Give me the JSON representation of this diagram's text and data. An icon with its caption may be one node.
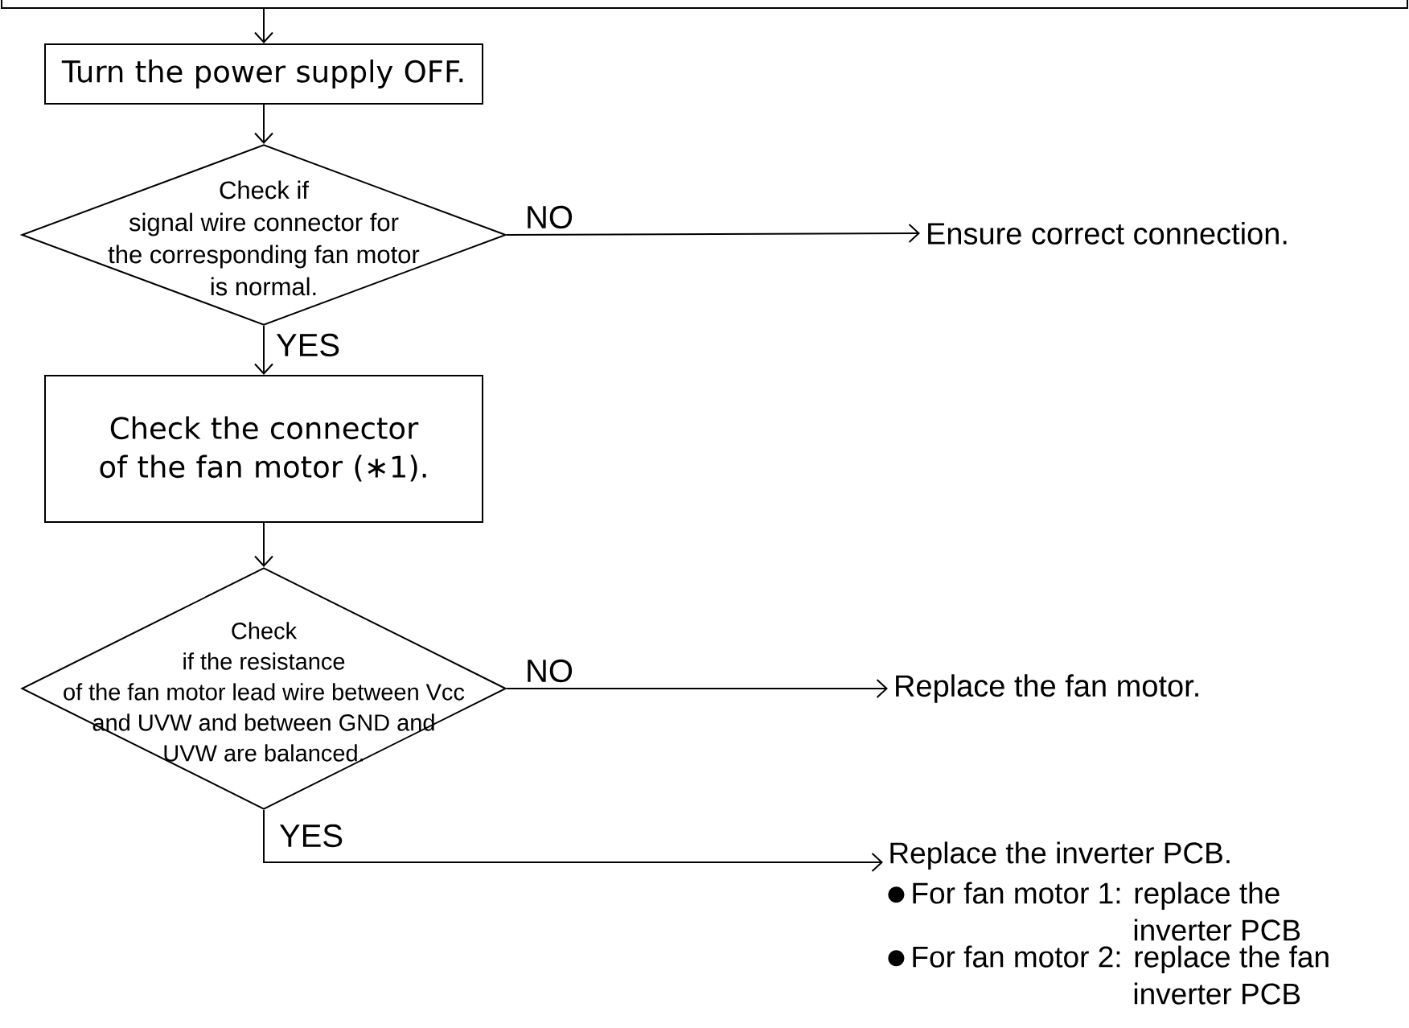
{
  "diagram": {
    "nodes": [
      {
        "text": [],
        "shape": "box"
      },
      {
        "text": [
          "Turn the power supply OFF."
        ]
      },
      {
        "text": [
          "Check if signal wire connector for the corresponding fan motor is normal."
        ]
      },
      {
        "text": [
          "Ensure correct connection."
        ]
      },
      {
        "text": [
          "Check the connector of the fan motor (∗1)."
        ]
      },
      {
        "text": [
          "Check if the resistance of the fan motor lead wire between Vcc and UVW and between GND and UVW are balanced."
        ]
      },
      {
        "text": [
          "Replace the fan motor."
        ]
      },
      {
        "text": [
          "Replace the inverter PCB.",
          "For fan motor 1: replace the inverter PCB",
          "For fan motor 2: replace the fan inverter PCB"
        ]
      }
    ],
    "edges": [
      {
        "from": 0,
        "to": 1,
        "arrow": "to"
      },
      {
        "from": 1,
        "to": 2,
        "arrow": "to"
      },
      {
        "from": 2,
        "to": 3,
        "arrow": "to",
        "label": "NO"
      },
      {
        "from": 2,
        "to": 4,
        "arrow": "to",
        "label": "YES"
      },
      {
        "from": 4,
        "to": 5,
        "arrow": "to"
      },
      {
        "from": 5,
        "to": 6,
        "arrow": "to",
        "label": "NO"
      },
      {
        "from": 5,
        "to": 7,
        "arrow": "to",
        "label": "YES"
      }
    ]
  }
}
